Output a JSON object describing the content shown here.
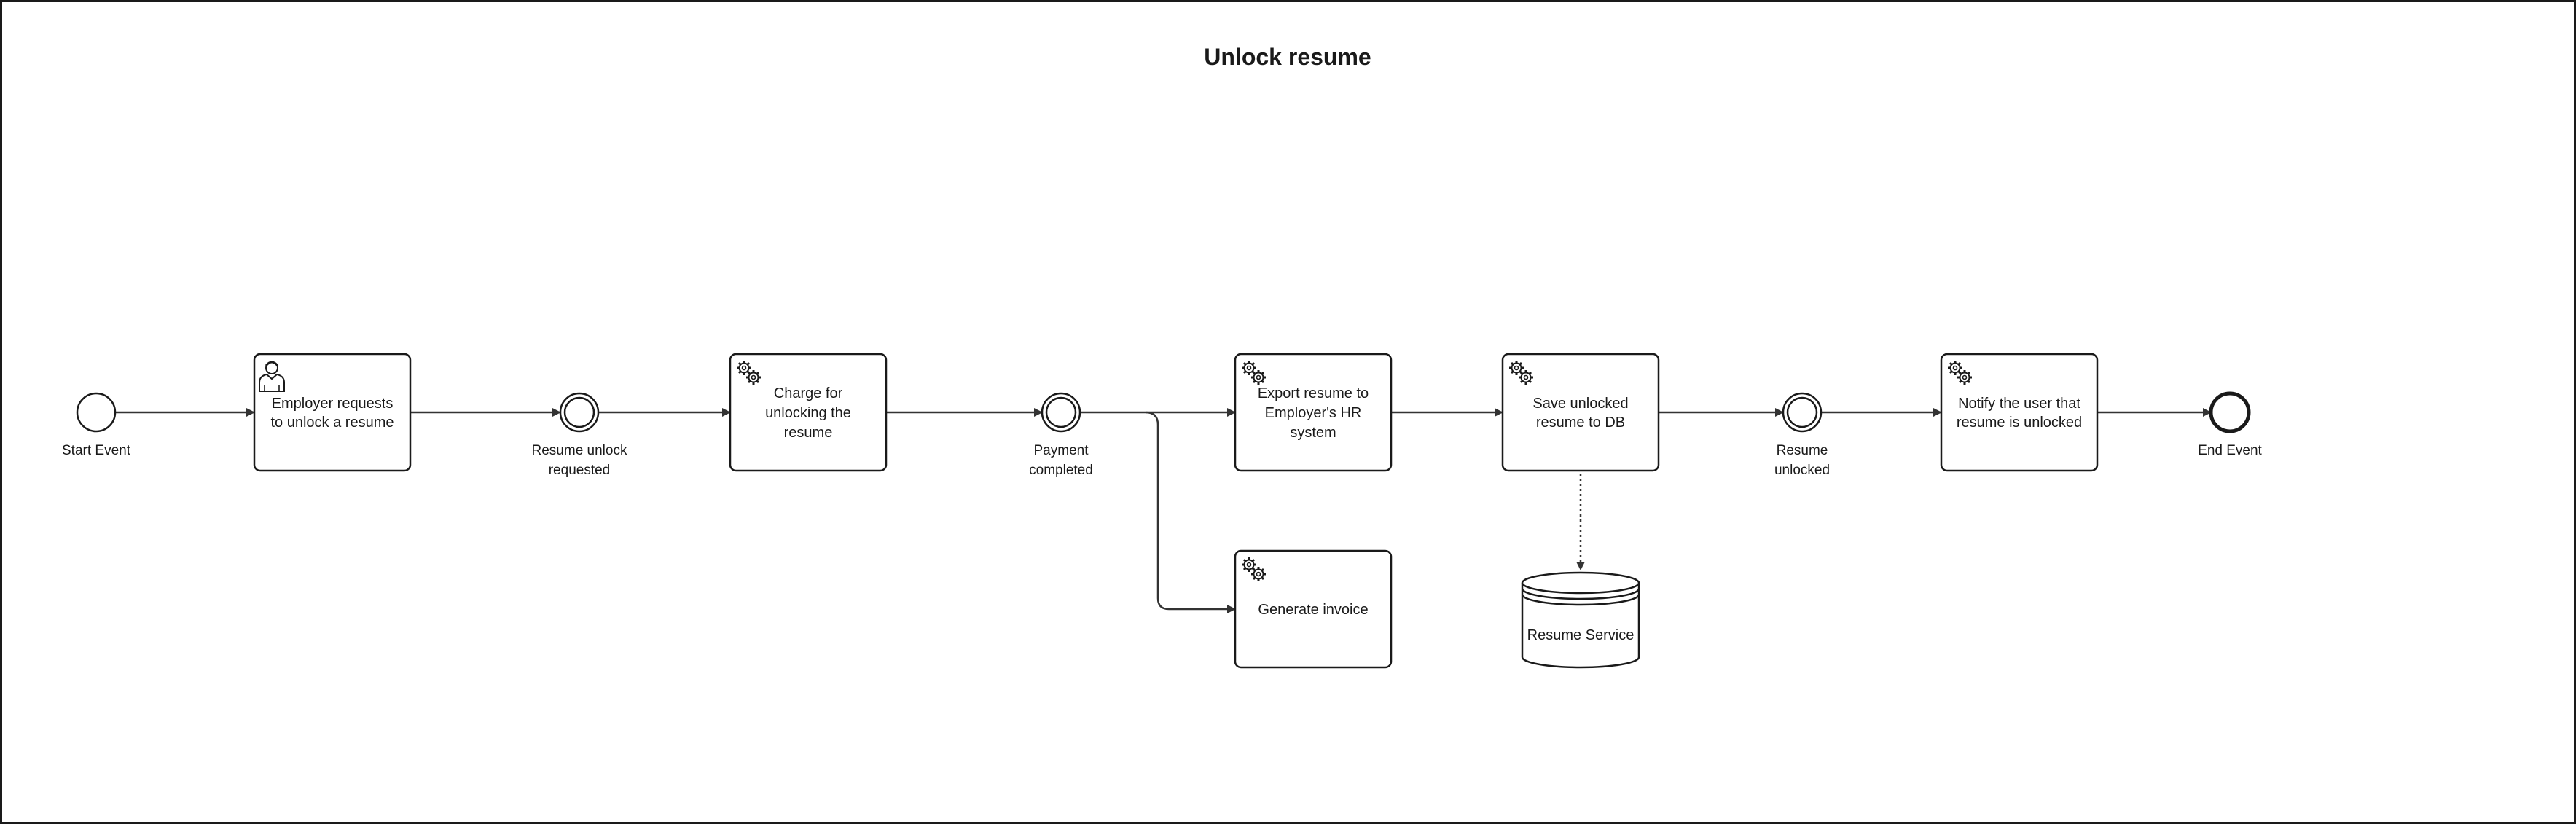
{
  "diagram": {
    "title": "Unlock resume",
    "events": {
      "start": "Start Event",
      "unlock_requested": [
        "Resume unlock",
        "requested"
      ],
      "payment_completed": [
        "Payment",
        "completed"
      ],
      "resume_unlocked": [
        "Resume",
        "unlocked"
      ],
      "end": "End Event"
    },
    "tasks": {
      "employer_request": {
        "type": "user",
        "icon": "user-icon",
        "lines": [
          "Employer requests",
          "to unlock a resume"
        ]
      },
      "charge": {
        "type": "service",
        "icon": "gear-icon",
        "lines": [
          "Charge for",
          "unlocking the",
          "resume"
        ]
      },
      "export": {
        "type": "service",
        "icon": "gear-icon",
        "lines": [
          "Export resume to",
          "Employer's HR",
          "system"
        ]
      },
      "save": {
        "type": "service",
        "icon": "gear-icon",
        "lines": [
          "Save unlocked",
          "resume to DB"
        ]
      },
      "notify": {
        "type": "service",
        "icon": "gear-icon",
        "lines": [
          "Notify the user that",
          "resume is unlocked"
        ]
      },
      "invoice": {
        "type": "service",
        "icon": "gear-icon",
        "lines": [
          "Generate invoice"
        ]
      }
    },
    "datastore": {
      "label": "Resume Service",
      "icon": "database-icon"
    },
    "colors": {
      "stroke": "#1a1a1a",
      "flow": "#333333",
      "background": "#ffffff"
    }
  }
}
